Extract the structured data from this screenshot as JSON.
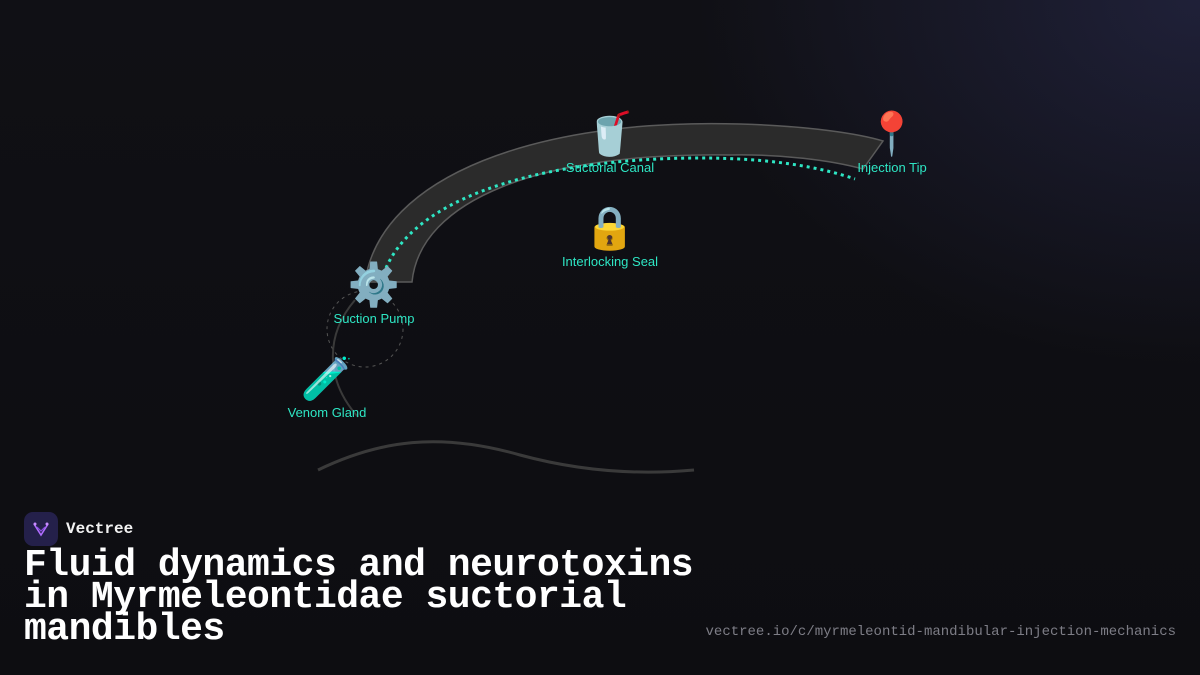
{
  "diagram": {
    "nodes": [
      {
        "id": "suctorial-canal",
        "label": "Suctorial Canal",
        "icon": "cup-with-straw-icon",
        "glyph": "🥤"
      },
      {
        "id": "injection-tip",
        "label": "Injection Tip",
        "icon": "round-pushpin-icon",
        "glyph": "📍"
      },
      {
        "id": "interlocking-seal",
        "label": "Interlocking Seal",
        "icon": "lock-icon",
        "glyph": "🔒"
      },
      {
        "id": "suction-pump",
        "label": "Suction Pump",
        "icon": "gear-icon",
        "glyph": "⚙️"
      },
      {
        "id": "venom-gland",
        "label": "Venom Gland",
        "icon": "test-tube-icon",
        "glyph": "🧪"
      }
    ],
    "colors": {
      "mandible_fill": "#2b2b2b",
      "mandible_stroke": "#5a5a5a",
      "flow_path": "#2ee6c4",
      "label": "#2ee6c4"
    }
  },
  "brand": {
    "name": "Vectree",
    "logo_icon": "vectree-logo-icon",
    "logo_bg": "#24204a",
    "logo_color": "#b06cff"
  },
  "title": "Fluid dynamics and neurotoxins in Myrmeleontidae suctorial mandibles",
  "url": "vectree.io/c/myrmeleontid-mandibular-injection-mechanics"
}
